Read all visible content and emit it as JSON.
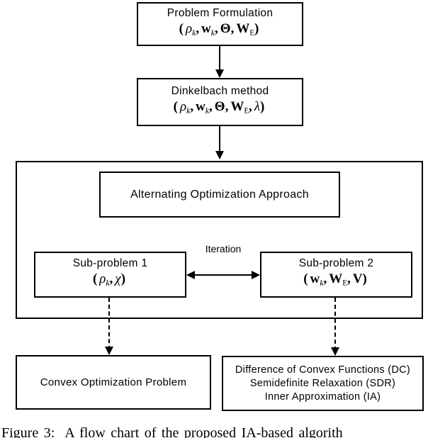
{
  "canvas": {
    "background": "#ffffff",
    "line_color": "#000000"
  },
  "nodes": {
    "problem_formulation": {
      "title": "Problem Formulation",
      "math": [
        {
          "t": "(",
          "s": "c"
        },
        {
          "t": "ρ",
          "s": "i"
        },
        {
          "t": "k",
          "s": "si"
        },
        {
          "t": ",",
          "s": "c"
        },
        {
          "t": "w",
          "s": "b"
        },
        {
          "t": "k",
          "s": "si"
        },
        {
          "t": ",",
          "s": "c"
        },
        {
          "t": "Θ",
          "s": "b"
        },
        {
          "t": ",",
          "s": "c"
        },
        {
          "t": "W",
          "s": "b"
        },
        {
          "t": "E",
          "s": "s"
        },
        {
          "t": ")",
          "s": "c"
        }
      ]
    },
    "dinkelbach": {
      "title": "Dinkelbach method",
      "math": [
        {
          "t": "(",
          "s": "c"
        },
        {
          "t": "ρ",
          "s": "i"
        },
        {
          "t": "k",
          "s": "si"
        },
        {
          "t": ",",
          "s": "c"
        },
        {
          "t": "w",
          "s": "b"
        },
        {
          "t": "k",
          "s": "si"
        },
        {
          "t": ",",
          "s": "c"
        },
        {
          "t": "Θ",
          "s": "b"
        },
        {
          "t": ",",
          "s": "c"
        },
        {
          "t": "W",
          "s": "b"
        },
        {
          "t": "E",
          "s": "s"
        },
        {
          "t": ",",
          "s": "c"
        },
        {
          "t": "λ",
          "s": "i"
        },
        {
          "t": ")",
          "s": "c"
        }
      ]
    },
    "alternating_optimization": {
      "title": "Alternating Optimization Approach"
    },
    "subproblem1": {
      "title": "Sub-problem 1",
      "math": [
        {
          "t": "(",
          "s": "c"
        },
        {
          "t": "ρ",
          "s": "i"
        },
        {
          "t": "k",
          "s": "si"
        },
        {
          "t": ",",
          "s": "c"
        },
        {
          "t": "χ",
          "s": "i"
        },
        {
          "t": ")",
          "s": "c"
        }
      ]
    },
    "subproblem2": {
      "title": "Sub-problem 2",
      "math": [
        {
          "t": "(",
          "s": "c"
        },
        {
          "t": "w",
          "s": "b"
        },
        {
          "t": "k",
          "s": "si"
        },
        {
          "t": ",",
          "s": "c"
        },
        {
          "t": "W",
          "s": "b"
        },
        {
          "t": "E",
          "s": "s"
        },
        {
          "t": ",",
          "s": "c"
        },
        {
          "t": "V",
          "s": "b"
        },
        {
          "t": ")",
          "s": "c"
        }
      ]
    },
    "convex_problem": {
      "title": "Convex Optimization Problem"
    },
    "methods": {
      "lines": [
        "Difference of Convex Functions (DC)",
        "Semidefinite Relaxation (SDR)",
        "Inner Approximation (IA)"
      ]
    }
  },
  "labels": {
    "iteration": "Iteration"
  },
  "caption": {
    "number": "Figure 3:",
    "text": "A flow chart of the proposed IA-based algorith"
  }
}
